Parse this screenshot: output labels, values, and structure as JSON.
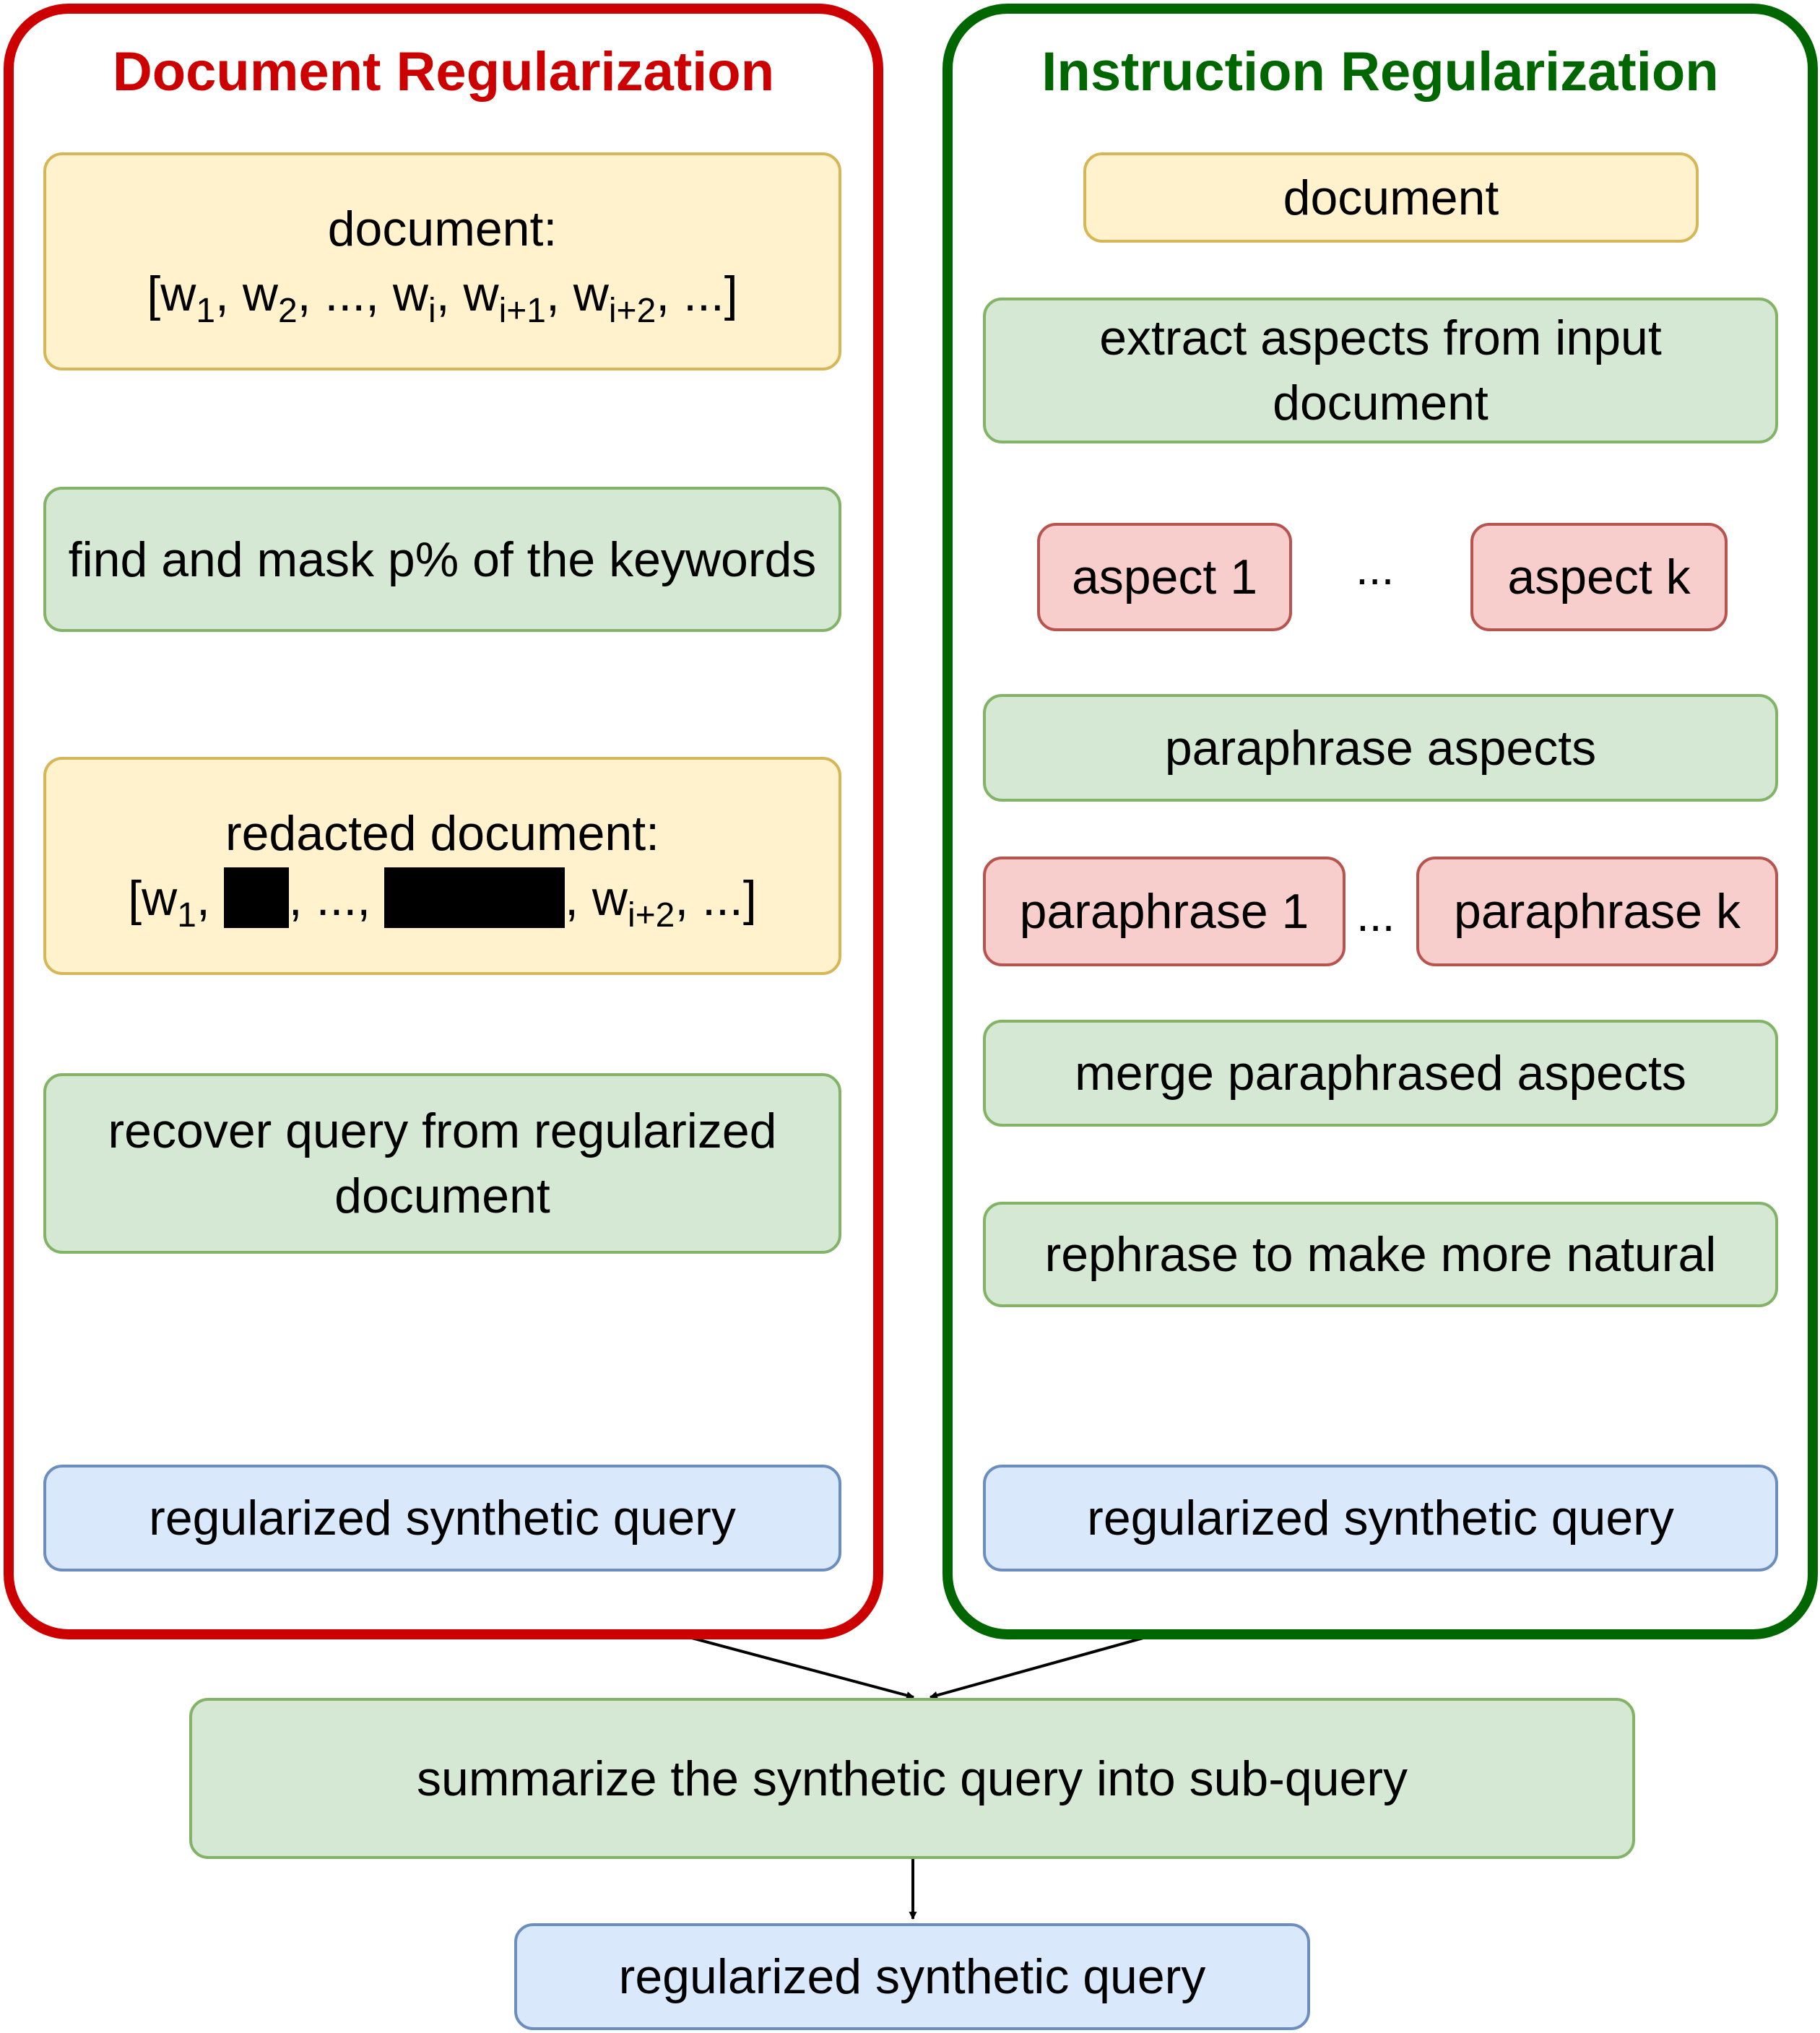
{
  "document_regularization": {
    "title": "Document Regularization",
    "document_label": "document:",
    "document_sequence": [
      "[w",
      "1",
      ", w",
      "2",
      ", ..., w",
      "i",
      ", w",
      "i+1",
      ", w",
      "i+2",
      ", ...]"
    ],
    "mask_step": "find and mask p% of the keywords",
    "redacted_label": "redacted document:",
    "redacted_sequence": [
      "[w",
      "1",
      ",",
      ", ...,",
      ", w",
      "i+2",
      ", ...]"
    ],
    "recover_step": "recover query from regularized document",
    "output": "regularized synthetic query"
  },
  "instruction_regularization": {
    "title": "Instruction Regularization",
    "document": "document",
    "extract_step": "extract aspects from input document",
    "aspect_first": "aspect 1",
    "aspect_last": "aspect k",
    "aspect_ellipsis": "...",
    "paraphrase_step": "paraphrase aspects",
    "paraphrase_first": "paraphrase 1",
    "paraphrase_last": "paraphrase k",
    "paraphrase_ellipsis": "...",
    "merge_step": "merge paraphrased aspects",
    "rephrase_step": "rephrase to make more natural",
    "output": "regularized synthetic query"
  },
  "final": {
    "summarize_step": "summarize the synthetic query into sub-query",
    "output": "regularized synthetic query"
  },
  "colors": {
    "document_regularization": "#cc0000",
    "instruction_regularization": "#006600",
    "document_fill": "#fff2cc",
    "process_fill": "#d5e8d4",
    "aspect_fill": "#f8cecc",
    "query_fill": "#dae8fc"
  }
}
